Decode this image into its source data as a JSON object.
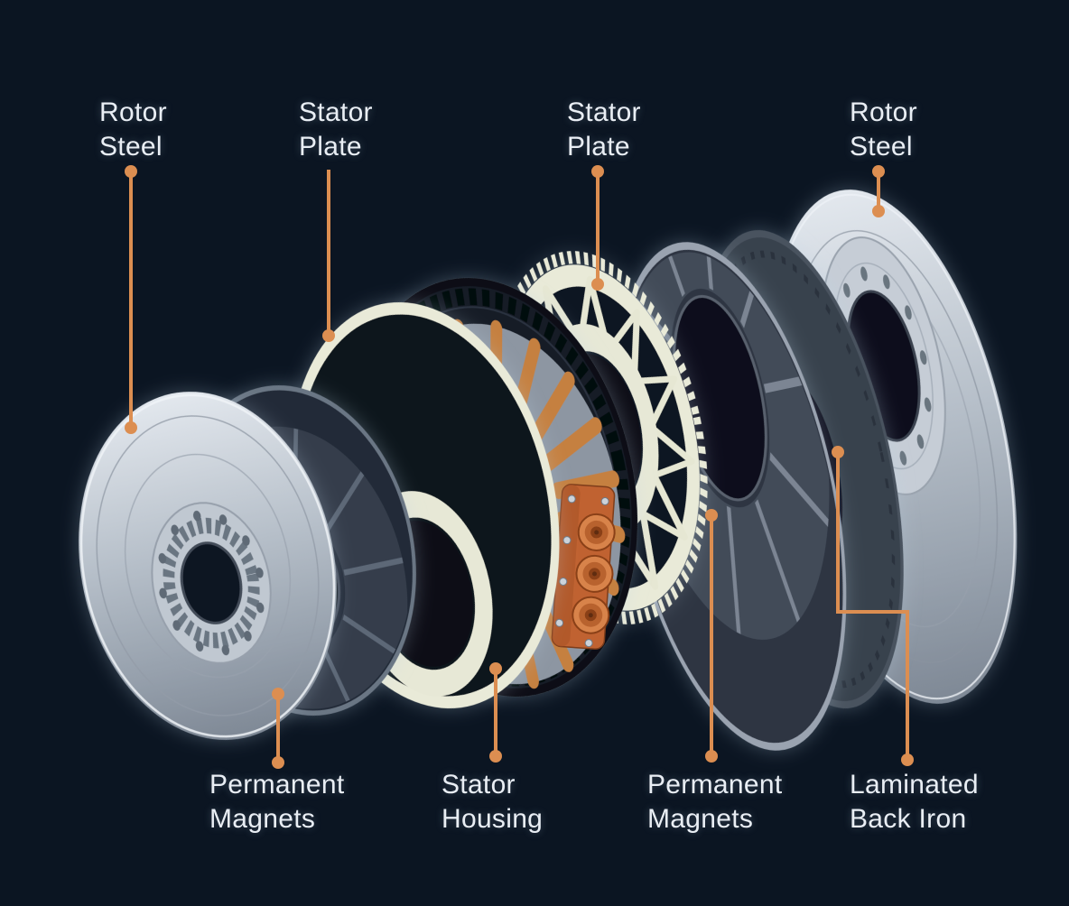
{
  "theme": {
    "background": "#0b1522",
    "label_text_color": "#e9eef4",
    "leader_line_color": "#dc8e51"
  },
  "palette": {
    "rotor_steel_silver": "#c3cad3",
    "magnet_disc_dark": "#2a3240",
    "stator_plate_cream": "#e9ead8",
    "copper_winding": "#c5803f",
    "connector_orange": "#c96a35"
  },
  "diagram": {
    "callouts": {
      "rotor_steel_left": {
        "line1": "Rotor",
        "line2": "Steel"
      },
      "stator_plate_left": {
        "line1": "Stator",
        "line2": "Plate"
      },
      "stator_plate_right": {
        "line1": "Stator",
        "line2": "Plate"
      },
      "rotor_steel_right": {
        "line1": "Rotor",
        "line2": "Steel"
      },
      "permanent_magnets_left": {
        "line1": "Permanent",
        "line2": "Magnets"
      },
      "stator_housing": {
        "line1": "Stator",
        "line2": "Housing"
      },
      "permanent_magnets_right": {
        "line1": "Permanent",
        "line2": "Magnets"
      },
      "laminated_back_iron": {
        "line1": "Laminated",
        "line2": "Back Iron"
      }
    }
  }
}
